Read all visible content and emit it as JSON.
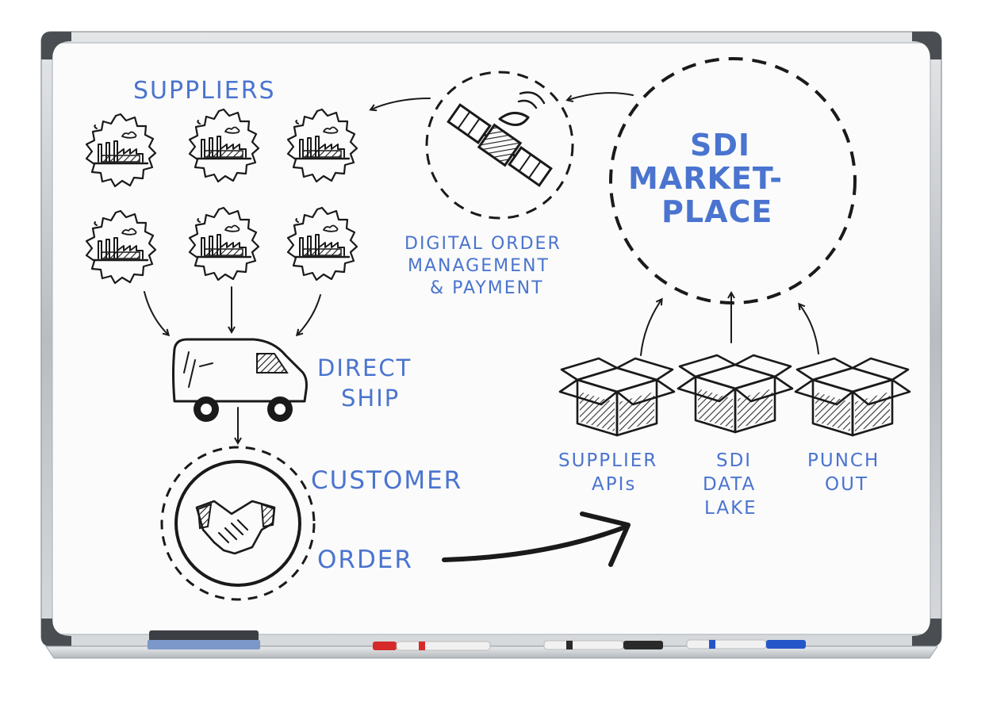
{
  "colors": {
    "ink": "#1a1a1a",
    "blue_text": "#4a74cf",
    "frame": "#c9cdd1",
    "board": "#fbfbfb"
  },
  "labels": {
    "suppliers": "SUPPLIERS",
    "marketplace": [
      "SDI",
      "MARKET-",
      "PLACE"
    ],
    "digital_order": [
      "DIGITAL ORDER",
      "MANAGEMENT",
      "& PAYMENT"
    ],
    "direct_ship": [
      "DIRECT",
      "SHIP"
    ],
    "customer": "CUSTOMER",
    "order": "ORDER",
    "supplier_apis": [
      "SUPPLIER",
      "APIs"
    ],
    "sdi_data_lake": [
      "SDI",
      "DATA",
      "LAKE"
    ],
    "punch_out": [
      "PUNCH",
      "OUT"
    ]
  },
  "icons": {
    "factory": "factory-gear-icon",
    "satellite": "satellite-icon",
    "truck": "delivery-van-icon",
    "handshake": "handshake-icon",
    "box": "open-box-icon"
  },
  "tray_items": [
    "eraser",
    "red-marker",
    "black-marker",
    "blue-marker"
  ]
}
